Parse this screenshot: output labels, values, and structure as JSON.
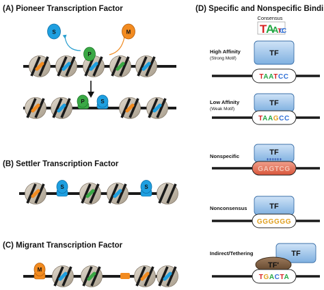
{
  "panels": {
    "a": {
      "title": "(A) Pioneer Transcription Factor"
    },
    "b": {
      "title": "(B) Settler Transcription Factor"
    },
    "c": {
      "title": "(C) Migrant Transcription Factor"
    },
    "d": {
      "title": "(D) Specific and Nonspecific Binding"
    }
  },
  "factors": {
    "settler": "S",
    "migrant": "M",
    "pioneer": "P"
  },
  "logo": {
    "caption": "Consensus",
    "letters": [
      {
        "char": "T",
        "color": "#d62020"
      },
      {
        "char": "A",
        "color": "#26a845"
      },
      {
        "char": "A",
        "color": "#26a845"
      },
      {
        "char": "T",
        "color": "#d62020"
      },
      {
        "char": "C",
        "color": "#2f6fd6"
      },
      {
        "char": "C",
        "color": "#2f6fd6"
      }
    ]
  },
  "binding": {
    "high": {
      "label": "High Affinity",
      "sublabel": "(Strong Motif)",
      "tf": "TF",
      "sequence": "TAATCC"
    },
    "low": {
      "label": "Low Affinity",
      "sublabel": "(Weak Motif)",
      "tf": "TF",
      "sequence": "TAAGCC"
    },
    "nonspecific": {
      "label": "Nonspecific",
      "tf": "TF",
      "charges": "++++++",
      "sequence": "GAGTCG"
    },
    "nonconsensus": {
      "label": "Nonconsensus",
      "tf": "TF",
      "sequence": "GGGGGG"
    },
    "indirect": {
      "label": "Indirect/Tethering",
      "tf": "TF",
      "tf_prime": "TF'",
      "sequence": "TGACTA"
    }
  },
  "colors": {
    "settler": "#1e9fe0",
    "migrant": "#f28b20",
    "pioneer": "#3aa845",
    "tf_box": "#9cc3ea",
    "nucleosome": "#c8bfb1",
    "dna": "#1a1a1a"
  }
}
